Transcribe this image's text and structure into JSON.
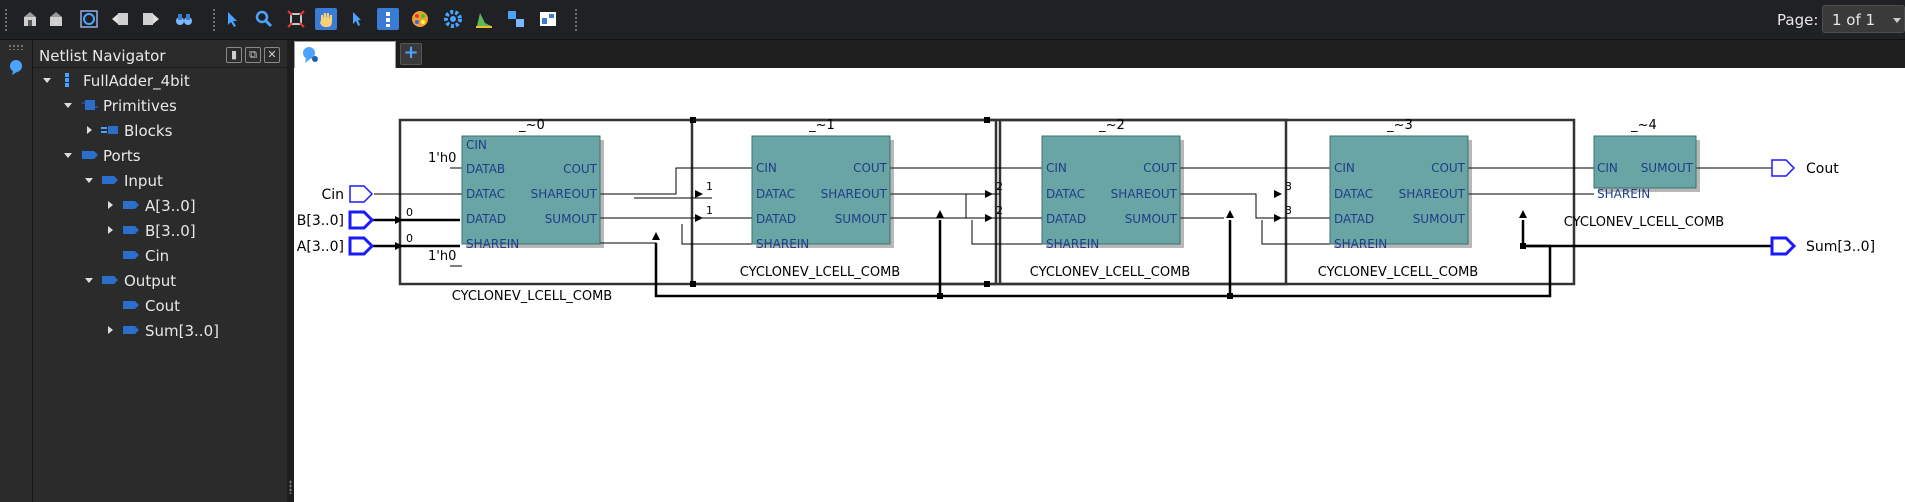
{
  "toolbar": {
    "tools": [
      {
        "name": "go-back-up-icon"
      },
      {
        "name": "go-up-icon"
      },
      {
        "name": "refresh-icon"
      },
      {
        "name": "back-icon"
      },
      {
        "name": "forward-icon"
      },
      {
        "name": "binoculars-find-icon"
      },
      {
        "name": "selection-tool-icon"
      },
      {
        "name": "zoom-tool-icon"
      },
      {
        "name": "fit-window-icon"
      },
      {
        "name": "hand-tool-icon"
      },
      {
        "name": "node-select-icon"
      },
      {
        "name": "netlist-display-icon"
      },
      {
        "name": "color-settings-icon"
      },
      {
        "name": "settings-gear-icon"
      },
      {
        "name": "bus-wire-icon"
      },
      {
        "name": "hierarchy-icon"
      },
      {
        "name": "layout-icon"
      }
    ],
    "page_label": "Page:",
    "page_value": "1 of 1"
  },
  "navigator": {
    "title": "Netlist Navigator",
    "tree": [
      {
        "label": "FullAdder_4bit",
        "icon": "netlist-icon",
        "expanded": true
      },
      {
        "label": "Primitives",
        "icon": "primitive-icon",
        "expanded": true
      },
      {
        "label": "Blocks",
        "icon": "block-icon",
        "expanded": false
      },
      {
        "label": "Ports",
        "icon": "port-icon",
        "expanded": true
      },
      {
        "label": "Input",
        "icon": "port-icon",
        "expanded": true
      },
      {
        "label": "A[3..0]",
        "icon": "port-icon",
        "expanded": false
      },
      {
        "label": "B[3..0]",
        "icon": "port-icon",
        "expanded": false
      },
      {
        "label": "Cin",
        "icon": "port-icon"
      },
      {
        "label": "Output",
        "icon": "port-icon",
        "expanded": true
      },
      {
        "label": "Cout",
        "icon": "port-icon"
      },
      {
        "label": "Sum[3..0]",
        "icon": "port-icon",
        "expanded": false
      }
    ]
  },
  "tab": {
    "icon": "rtl-viewer-icon",
    "add_label": "+"
  },
  "schematic": {
    "inputs": [
      "Cin",
      "B[3..0]",
      "A[3..0]"
    ],
    "outputs": [
      "Cout",
      "Sum[3..0]"
    ],
    "constants": [
      "1'h0",
      "1'h0"
    ],
    "bus_index": [
      "0",
      "0",
      "1",
      "1",
      "2",
      "2",
      "3",
      "3"
    ],
    "cells": [
      {
        "name": "_~0",
        "type": "CYCLONEV_LCELL_COMB",
        "left_ports": [
          "CIN",
          "DATAB",
          "DATAC",
          "DATAD",
          "SHAREIN"
        ],
        "right_ports": [
          "COUT",
          "SHAREOUT",
          "SUMOUT"
        ]
      },
      {
        "name": "_~1",
        "type": "CYCLONEV_LCELL_COMB",
        "left_ports": [
          "CIN",
          "DATAC",
          "DATAD",
          "SHAREIN"
        ],
        "right_ports": [
          "COUT",
          "SHAREOUT",
          "SUMOUT"
        ]
      },
      {
        "name": "_~2",
        "type": "CYCLONEV_LCELL_COMB",
        "left_ports": [
          "CIN",
          "DATAC",
          "DATAD",
          "SHAREIN"
        ],
        "right_ports": [
          "COUT",
          "SHAREOUT",
          "SUMOUT"
        ]
      },
      {
        "name": "_~3",
        "type": "CYCLONEV_LCELL_COMB",
        "left_ports": [
          "CIN",
          "DATAC",
          "DATAD",
          "SHAREIN"
        ],
        "right_ports": [
          "COUT",
          "SHAREOUT",
          "SUMOUT"
        ]
      },
      {
        "name": "_~4",
        "type": "CYCLONEV_LCELL_COMB",
        "left_ports": [
          "CIN",
          "SHAREIN"
        ],
        "right_ports": [
          "SUMOUT"
        ]
      }
    ]
  },
  "colors": {
    "cell_fill": "#6aa5a5",
    "port_text": "#1f3d8a",
    "port_outline": "#1a1aff",
    "accent": "#3a7bd5"
  }
}
